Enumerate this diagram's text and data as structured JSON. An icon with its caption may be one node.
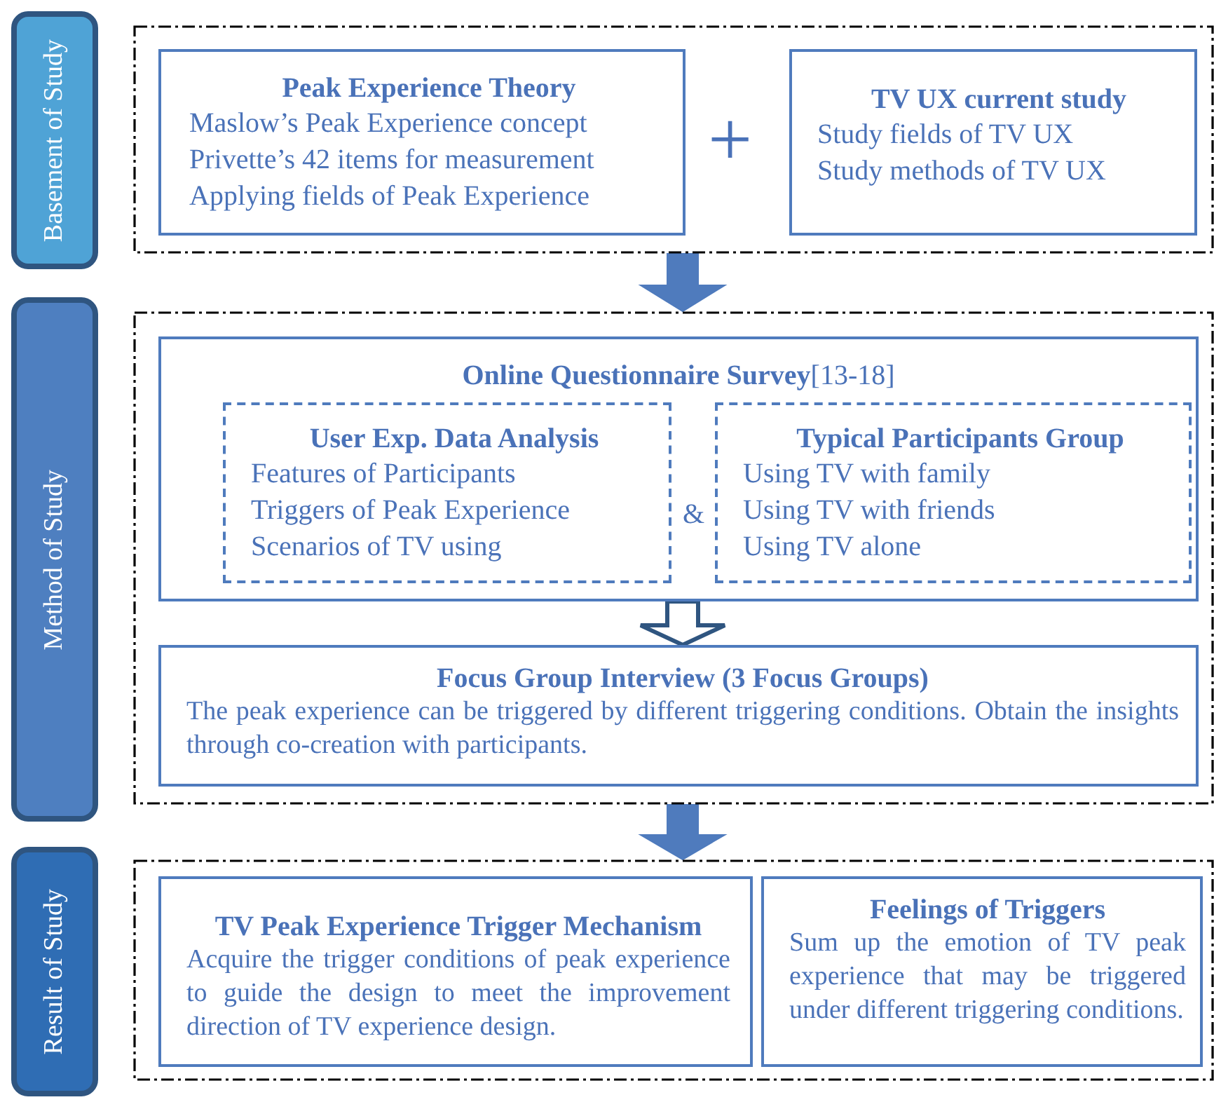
{
  "diagram": {
    "nodes": [
      {
        "text": [
          "Basement of Study"
        ]
      },
      {
        "text": [],
        "shape": "box"
      },
      {
        "text": [
          "Peak Experience Theory",
          "Maslow’s Peak Experience concept",
          "Privette’s 42 items for measurement",
          "Applying fields of Peak Experience"
        ],
        "in": 1
      },
      {
        "text": [
          "TV UX current study",
          "Study fields of TV UX",
          "Study methods of TV UX"
        ],
        "in": 1
      },
      {
        "text": [
          "Method of Study"
        ]
      },
      {
        "text": [],
        "shape": "box"
      },
      {
        "text": [
          "**Online Questionnaire Survey**[13-18]"
        ],
        "in": 5
      },
      {
        "text": [
          "User Exp. Data Analysis",
          "Features of Participants",
          "Triggers of Peak Experience",
          "Scenarios of TV using"
        ],
        "in": 6
      },
      {
        "text": [
          "Typical Participants Group",
          "Using TV with family",
          "Using TV with friends",
          "Using TV alone"
        ],
        "in": 6
      },
      {
        "text": [
          "Focus Group Interview (3 Focus Groups)",
          "The peak experience can be triggered by different triggering conditions. Obtain the insights through co-creation with participants."
        ],
        "in": 5
      },
      {
        "text": [
          "Result of Study"
        ]
      },
      {
        "text": [],
        "shape": "box"
      },
      {
        "text": [
          "TV Peak Experience Trigger Mechanism",
          "Acquire the trigger conditions of peak experience to guide the design to meet the improvement direction of TV experience design."
        ],
        "in": 11
      },
      {
        "text": [
          "Feelings of Triggers",
          "Sum up the emotion of TV peak experience that may be triggered under different triggering conditions."
        ],
        "in": 11
      }
    ],
    "edges": [
      {
        "from": 1,
        "to": 5,
        "arrow": "to"
      },
      {
        "from": 6,
        "to": 9,
        "arrow": "to",
        "color": "#2f5580"
      },
      {
        "from": 5,
        "to": 11,
        "arrow": "to"
      }
    ],
    "labels": [
      "+",
      "&"
    ]
  }
}
